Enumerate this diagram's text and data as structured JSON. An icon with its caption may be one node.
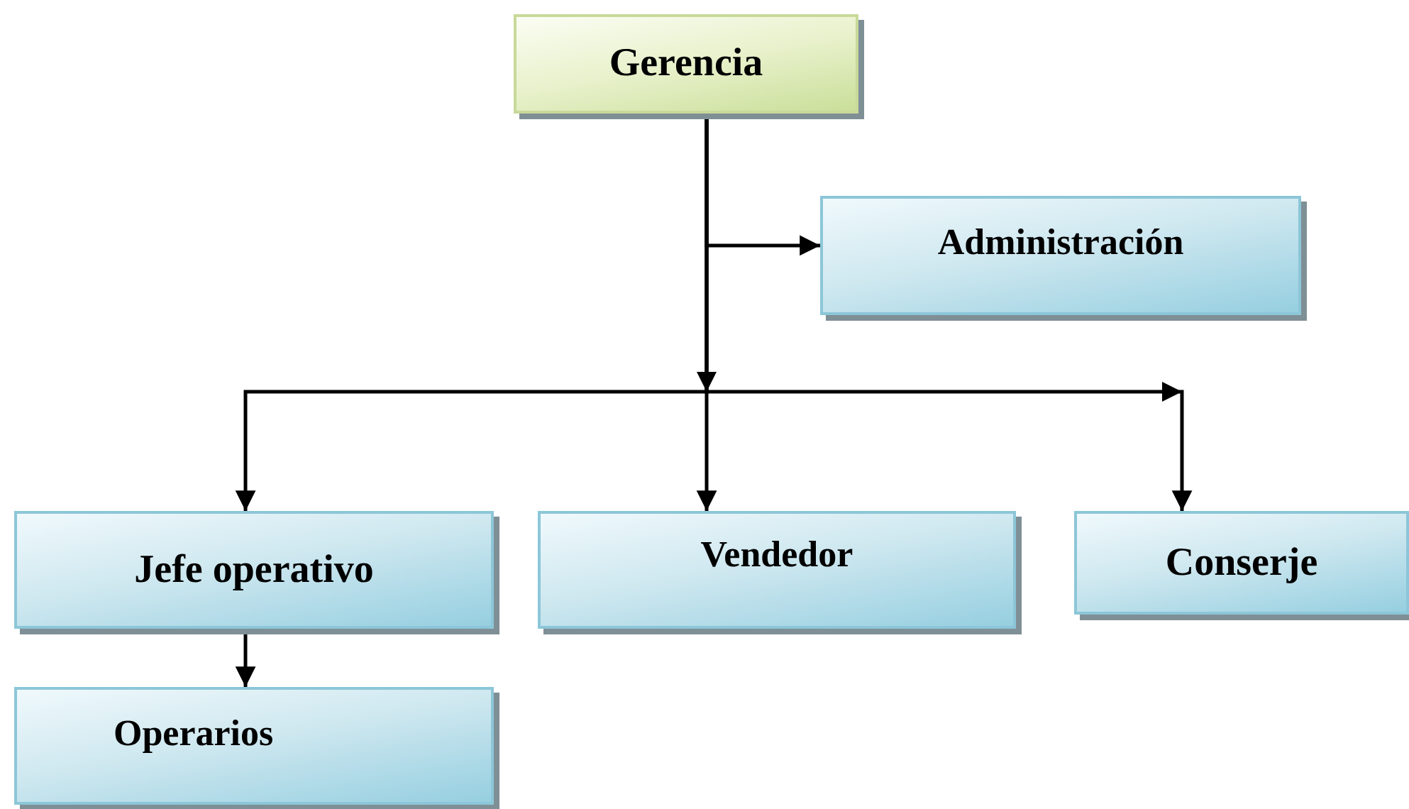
{
  "diagram": {
    "nodes": [
      {
        "text": [
          "Gerencia"
        ]
      },
      {
        "text": [
          "Administración"
        ]
      },
      {
        "text": [
          "Jefe operativo"
        ]
      },
      {
        "text": [
          "Vendedor"
        ]
      },
      {
        "text": [
          "Conserje"
        ]
      },
      {
        "text": [
          "Operarios"
        ]
      }
    ],
    "edges": [
      {
        "from": 0,
        "to": 1,
        "arrow": "to"
      },
      {
        "from": 0,
        "to": 2,
        "arrow": "to"
      },
      {
        "from": 0,
        "to": 3,
        "arrow": "to"
      },
      {
        "from": 0,
        "to": 4,
        "arrow": "to"
      },
      {
        "from": 2,
        "to": 5,
        "arrow": "to"
      }
    ]
  }
}
